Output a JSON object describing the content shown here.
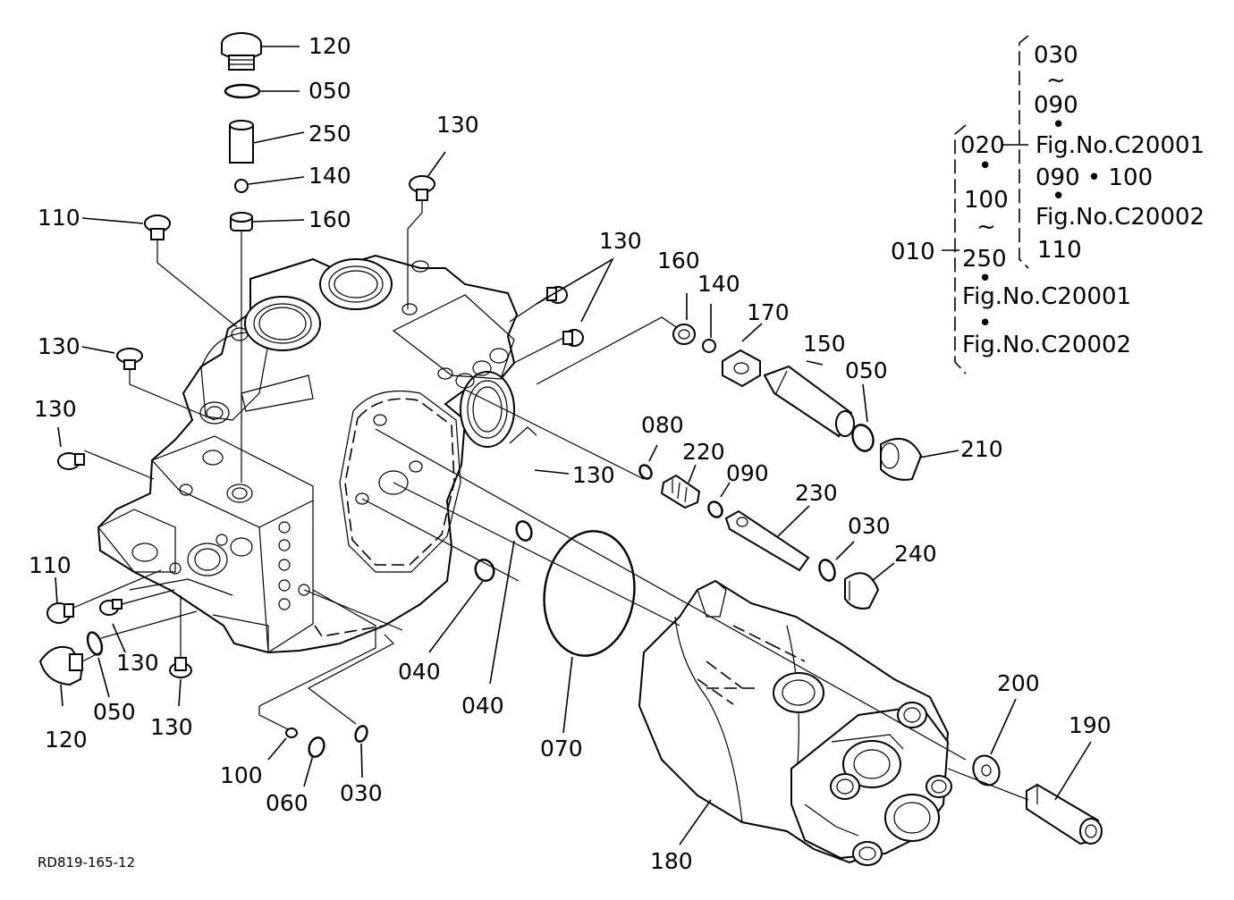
{
  "diagram": {
    "code": "RD819-165-12",
    "labels": {
      "l120_top": "120",
      "l050_top": "050",
      "l250_top": "250",
      "l140_top": "140",
      "l160_top": "160",
      "l130_top": "130",
      "l110_left": "110",
      "l130_left1": "130",
      "l130_left2": "130",
      "l130_group": "130",
      "l160_right": "160",
      "l140_right": "140",
      "l170": "170",
      "l150": "150",
      "l050_right": "050",
      "l210": "210",
      "l080": "080",
      "l220": "220",
      "l090": "090",
      "l130_mid": "130",
      "l230": "230",
      "l030_right": "030",
      "l240": "240",
      "l110_low": "110",
      "l130_low": "130",
      "l120_low": "120",
      "l050_low": "050",
      "l130_bottom": "130",
      "l040_a": "040",
      "l040_b": "040",
      "l070": "070",
      "l100": "100",
      "l060": "060",
      "l030_bottom": "030",
      "l180": "180",
      "l200": "200",
      "l190": "190"
    },
    "reference": {
      "r030": "030",
      "r_tilde1": "~",
      "r090": "090",
      "r_dot1": "•",
      "r_fig1": "Fig.No.C20001",
      "r090_100": "090 • 100",
      "r_dot2": "•",
      "r_fig2": "Fig.No.C20002",
      "r110": "110",
      "r020": "020",
      "r_dot3": "•",
      "r100": "100",
      "r_tilde2": "~",
      "r250": "250",
      "r_dot4": "•",
      "r_fig3": "Fig.No.C20001",
      "r_dot5": "•",
      "r_fig4": "Fig.No.C20002",
      "r010": "010"
    }
  }
}
